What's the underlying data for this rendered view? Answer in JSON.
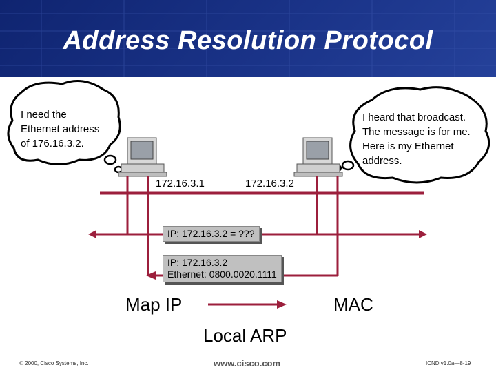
{
  "title": "Address Resolution Protocol",
  "bubble_left": [
    "I need the",
    "Ethernet address",
    "of 176.16.3.2."
  ],
  "bubble_right": [
    "I heard that broadcast.",
    "The message is for me.",
    "Here is my Ethernet",
    "address."
  ],
  "host_left_ip": "172.16.3.1",
  "host_right_ip": "172.16.3.2",
  "request_msg": "IP: 172.16.3.2 = ???",
  "reply_msg": [
    "IP: 172.16.3.2",
    "Ethernet: 0800.0020.1111"
  ],
  "map_left": "Map IP",
  "map_right": "MAC",
  "caption": "Local ARP",
  "footer": {
    "copyright": "© 2000, Cisco Systems, Inc.",
    "website": "www.cisco.com",
    "slide_id": "ICND v1.0a—8-19"
  },
  "colors": {
    "title_bg": "#1a3388",
    "line": "#9c1f3c",
    "cable": "#000000"
  }
}
